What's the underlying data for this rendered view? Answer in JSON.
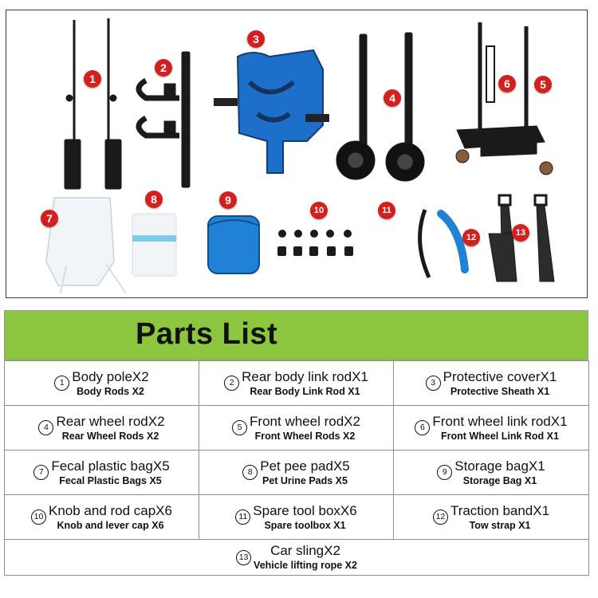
{
  "photo": {
    "badges": [
      "1",
      "2",
      "3",
      "4",
      "5",
      "6",
      "7",
      "8",
      "9",
      "10",
      "11",
      "12",
      "13"
    ]
  },
  "parts_list": {
    "title": "Parts List",
    "rows": [
      [
        {
          "num": "1",
          "name": "Body poleX2",
          "sub": "Body Rods X2"
        },
        {
          "num": "2",
          "name": "Rear body link rodX1",
          "sub": "Rear Body Link Rod X1"
        },
        {
          "num": "3",
          "name": "Protective coverX1",
          "sub": "Protective Sheath X1"
        }
      ],
      [
        {
          "num": "4",
          "name": "Rear wheel rodX2",
          "sub": "Rear Wheel Rods X2"
        },
        {
          "num": "5",
          "name": "Front wheel rodX2",
          "sub": "Front Wheel Rods X2"
        },
        {
          "num": "6",
          "name": "Front wheel link rodX1",
          "sub": "Front Wheel Link Rod X1"
        }
      ],
      [
        {
          "num": "7",
          "name": "Fecal plastic bagX5",
          "sub": "Fecal Plastic Bags X5"
        },
        {
          "num": "8",
          "name": "Pet pee padX5",
          "sub": "Pet Urine Pads X5"
        },
        {
          "num": "9",
          "name": "Storage bagX1",
          "sub": "Storage Bag X1"
        }
      ],
      [
        {
          "num": "10",
          "name": "Knob and rod capX6",
          "sub": "Knob and lever cap X6"
        },
        {
          "num": "11",
          "name": "Spare tool boxX6",
          "sub": "Spare toolbox X1"
        },
        {
          "num": "12",
          "name": "Traction bandX1",
          "sub": "Tow strap X1"
        }
      ]
    ],
    "last": {
      "num": "13",
      "name": "Car slingX2",
      "sub": "Vehicle lifting rope X2"
    }
  }
}
